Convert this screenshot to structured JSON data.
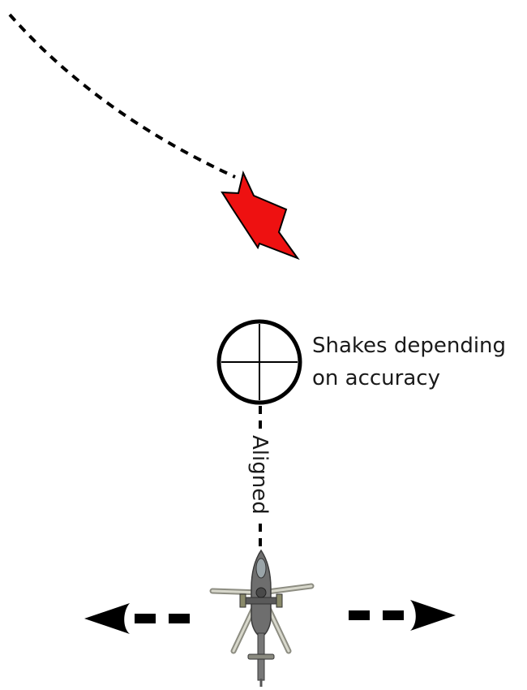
{
  "diagram": {
    "crosshair_caption_line1": "Shakes depending",
    "crosshair_caption_line2": "on accuracy",
    "alignment_label": "Aligned"
  },
  "colors": {
    "target": "#ee1111",
    "stroke": "#000000",
    "background": "#ffffff"
  },
  "icons": {
    "target": "red-star-burst-icon",
    "crosshair": "crosshair-reticle-icon",
    "player": "helicopter-top-view-icon",
    "move_left": "arrow-left-icon",
    "move_right": "arrow-right-icon"
  }
}
